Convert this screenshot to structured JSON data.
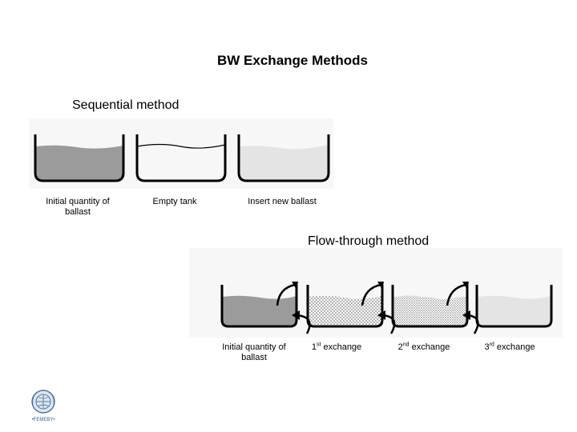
{
  "title": "BW Exchange Methods",
  "sequential": {
    "heading": "Sequential method",
    "captions": [
      "Initial quantity of ballast",
      "Empty tank",
      "Insert new ballast"
    ]
  },
  "flow_through": {
    "heading": "Flow-through method",
    "captions": {
      "initial": "Initial quantity of ballast",
      "first": {
        "num": "1",
        "sup": "st",
        "text": " exchange"
      },
      "second": {
        "num": "2",
        "sup": "nd",
        "text": " exchange"
      },
      "third": {
        "num": "3",
        "sup": "rd",
        "text": " exchange"
      }
    }
  },
  "logo": {
    "text": "FEMEBY"
  },
  "colors": {
    "dark_ballast": "#9b9b9b",
    "light_ballast": "#e4e4e4",
    "tank_outline": "#000000",
    "panel_bg": "#f7f7f7"
  }
}
